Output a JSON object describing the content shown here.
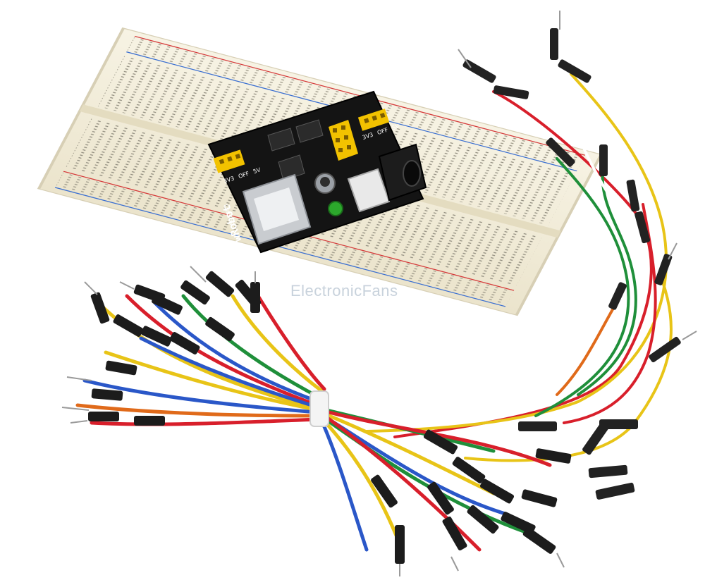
{
  "photo": {
    "watermark": "ElectronicFans",
    "module_brand": "YwRobot",
    "module_sub": "545043",
    "jumper_labels": {
      "left": [
        "3V3",
        "OFF",
        "5V"
      ],
      "right": [
        "3V3",
        "OFF",
        "5V"
      ]
    }
  },
  "colors": {
    "board": "#f4efdc",
    "pcb": "#141414",
    "header": "#f2c200",
    "led": "#2ca82c",
    "wire_colors": [
      "#e8c417",
      "#d81f2b",
      "#1f8f3a",
      "#2a57c8",
      "#ffffff",
      "#e06a1a",
      "#2a2a2a"
    ]
  }
}
